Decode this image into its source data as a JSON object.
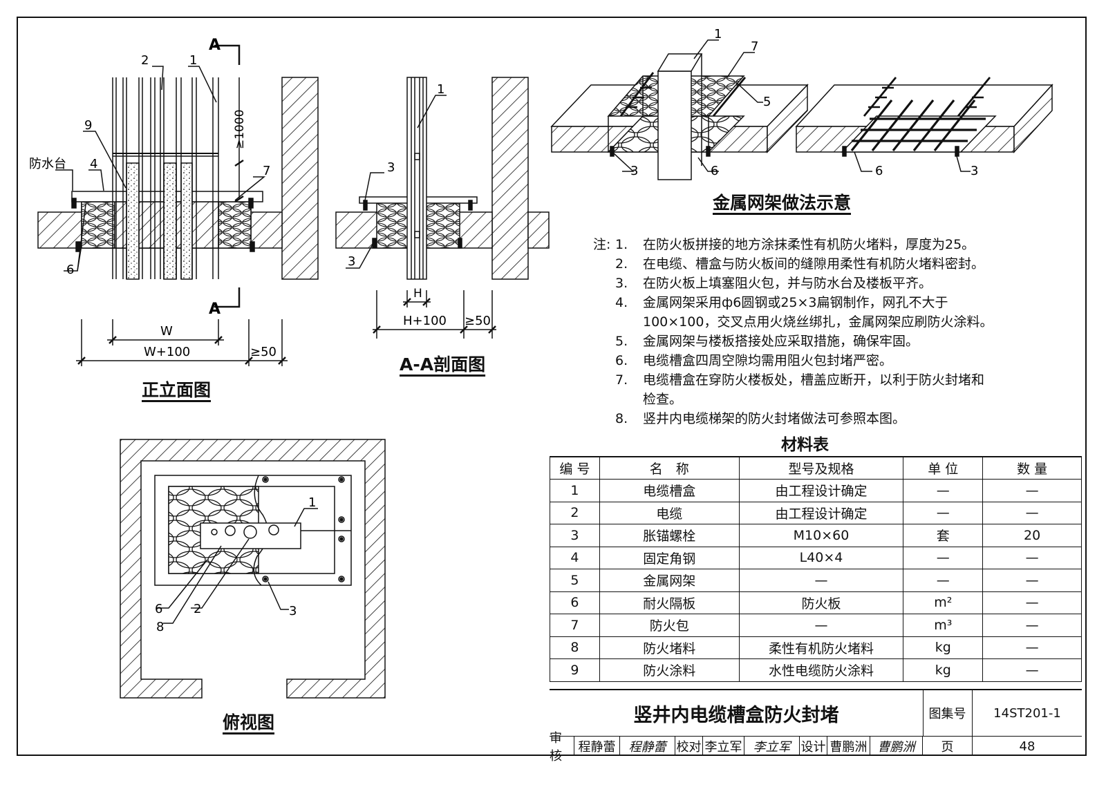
{
  "captions": {
    "front_view": "正立面图",
    "section_view": "A-A剖面图",
    "top_view": "俯视图",
    "mesh_view": "金属网架做法示意"
  },
  "front_labels": {
    "waterproof_platform": "防水台",
    "section_mark": "A",
    "width": "W",
    "width_plus": "W+100",
    "min_offset": "≥50",
    "height_min": "≥1000",
    "n1": "1",
    "n2": "2",
    "n4": "4",
    "n6": "6",
    "n7": "7",
    "n9": "9"
  },
  "section_labels": {
    "height": "H",
    "height_plus": "H+100",
    "min_offset": "≥50",
    "n1": "1",
    "n3a": "3",
    "n3b": "3"
  },
  "mesh_labels": {
    "n1": "1",
    "n7": "7",
    "n5": "5",
    "n3a": "3",
    "n6a": "6",
    "n6b": "6",
    "n3b": "3"
  },
  "top_labels": {
    "n1": "1",
    "n6": "6",
    "n8": "8",
    "n2": "2",
    "n3": "3"
  },
  "notes": {
    "label": "注:",
    "items": [
      {
        "num": "1.",
        "text": "在防火板拼接的地方涂抹柔性有机防火堵料，厚度为25。"
      },
      {
        "num": "2.",
        "text": "在电缆、槽盒与防火板间的缝隙用柔性有机防火堵料密封。"
      },
      {
        "num": "3.",
        "text": "在防火板上填塞阻火包，并与防水台及楼板平齐。"
      },
      {
        "num": "4.",
        "text": "金属网架采用ф6圆钢或25×3扁钢制作，网孔不大于",
        "cont": "100×100，交叉点用火烧丝绑扎，金属网架应刷防火涂料。"
      },
      {
        "num": "5.",
        "text": "金属网架与楼板搭接处应采取措施，确保牢固。"
      },
      {
        "num": "6.",
        "text": "电缆槽盒四周空隙均需用阻火包封堵严密。"
      },
      {
        "num": "7.",
        "text": "电缆槽盒在穿防火楼板处，槽盖应断开，以利于防火封堵和",
        "cont": "检查。"
      },
      {
        "num": "8.",
        "text": "竖井内电缆梯架的防火封堵做法可参照本图。"
      }
    ]
  },
  "material_table": {
    "title": "材料表",
    "headers": [
      "编 号",
      "名　称",
      "型号及规格",
      "单 位",
      "数 量"
    ],
    "rows": [
      [
        "1",
        "电缆槽盒",
        "由工程设计确定",
        "—",
        "—"
      ],
      [
        "2",
        "电缆",
        "由工程设计确定",
        "—",
        "—"
      ],
      [
        "3",
        "胀锚螺栓",
        "M10×60",
        "套",
        "20"
      ],
      [
        "4",
        "固定角钢",
        "L40×4",
        "—",
        "—"
      ],
      [
        "5",
        "金属网架",
        "—",
        "—",
        "—"
      ],
      [
        "6",
        "耐火隔板",
        "防火板",
        "m²",
        "—"
      ],
      [
        "7",
        "防火包",
        "—",
        "m³",
        "—"
      ],
      [
        "8",
        "防火堵料",
        "柔性有机防火堵料",
        "kg",
        "—"
      ],
      [
        "9",
        "防火涂料",
        "水性电缆防火涂料",
        "kg",
        "—"
      ]
    ]
  },
  "title_block": {
    "title": "竖井内电缆槽盒防火封堵",
    "atlas_label": "图集号",
    "atlas_no": "14ST201-1",
    "review_label": "审核",
    "reviewer": "程静蕾",
    "reviewer_sig": "程静蕾",
    "check_label": "校对",
    "checker": "李立军",
    "checker_sig": "李立军",
    "design_label": "设计",
    "designer": "曹鹏洲",
    "designer_sig": "曹鹏洲",
    "page_label": "页",
    "page_no": "48"
  }
}
